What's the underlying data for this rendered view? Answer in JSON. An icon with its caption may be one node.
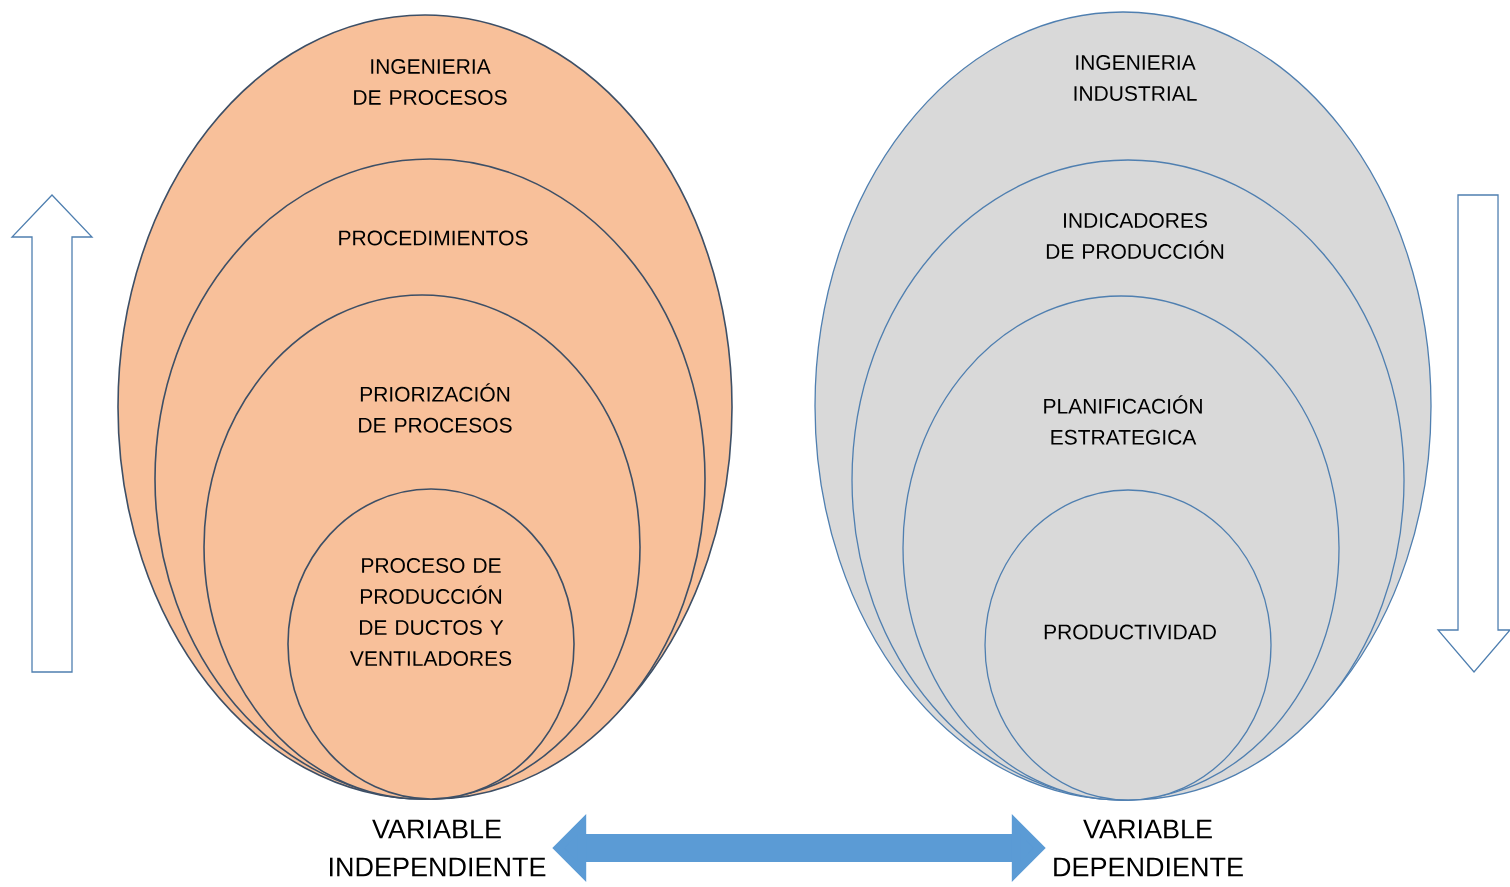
{
  "diagram": {
    "nodes": [
      {
        "text": [
          "INGENIERIA DE PROCESOS"
        ]
      },
      {
        "text": [
          "PROCEDIMIENTOS"
        ],
        "in": 0
      },
      {
        "text": [
          "PRIORIZACIÓN DE PROCESOS"
        ],
        "in": 1
      },
      {
        "text": [
          "PROCESO DE PRODUCCIÓN DE DUCTOS Y VENTILADORES"
        ],
        "in": 2
      },
      {
        "text": [
          "INGENIERIA INDUSTRIAL"
        ]
      },
      {
        "text": [
          "INDICADORES DE PRODUCCIÓN"
        ],
        "in": 4
      },
      {
        "text": [
          "PLANIFICACIÓN ESTRATEGICA"
        ],
        "in": 5
      },
      {
        "text": [
          "PRODUCTIVIDAD"
        ],
        "in": 6
      },
      {
        "text": [
          "VARIABLE INDEPENDIENTE"
        ]
      },
      {
        "text": [
          "VARIABLE DEPENDIENTE"
        ]
      }
    ],
    "edges": [
      {
        "from": 8,
        "to": 9,
        "arrow": "both"
      }
    ]
  }
}
